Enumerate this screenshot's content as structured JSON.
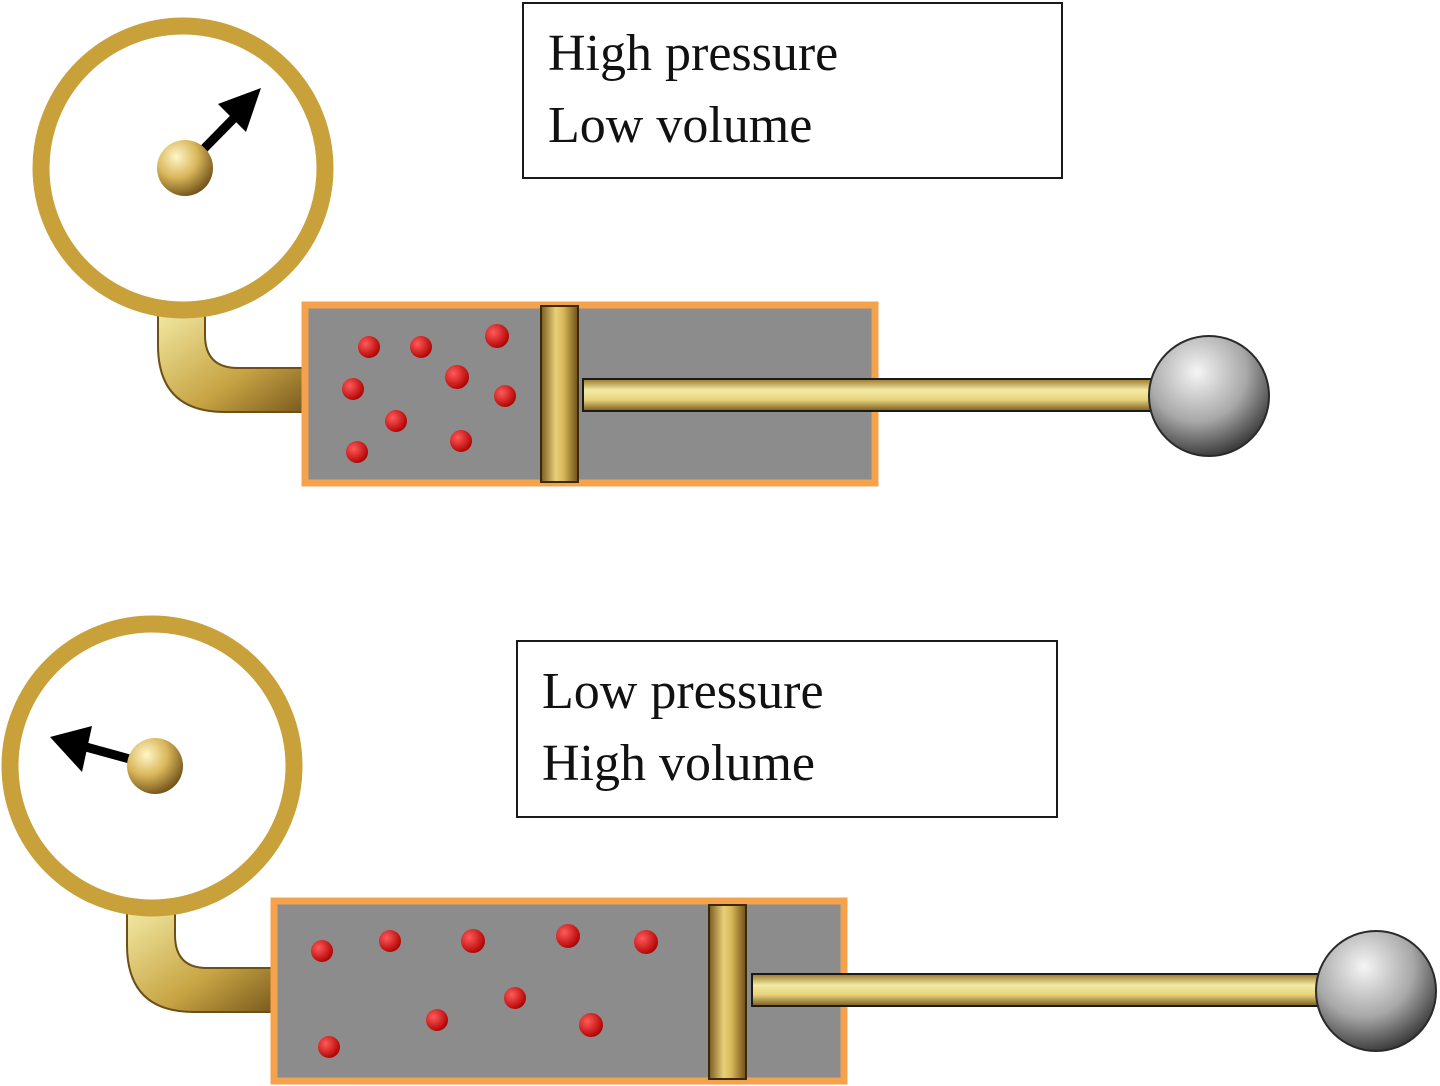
{
  "panels": [
    {
      "state_line_1": "High pressure",
      "state_line_2": "Low volume"
    },
    {
      "state_line_1": "Low pressure",
      "state_line_2": "High volume"
    }
  ],
  "colors": {
    "gauge_ring": "#C9A13A",
    "cylinder_fill": "#8C8C8C",
    "cylinder_border": "#F4A24C",
    "brass_light": "#F3EBA6",
    "brass_dark": "#7A5A1E",
    "gas_particle": "#D11A1A",
    "needle": "#000000",
    "handle_light": "#EDEDED",
    "handle_dark": "#3A3A3A"
  },
  "icons": [
    "pressure-gauge-icon",
    "needle-arrow-icon",
    "piston-icon",
    "gas-particle-icon",
    "handle-knob-icon"
  ]
}
